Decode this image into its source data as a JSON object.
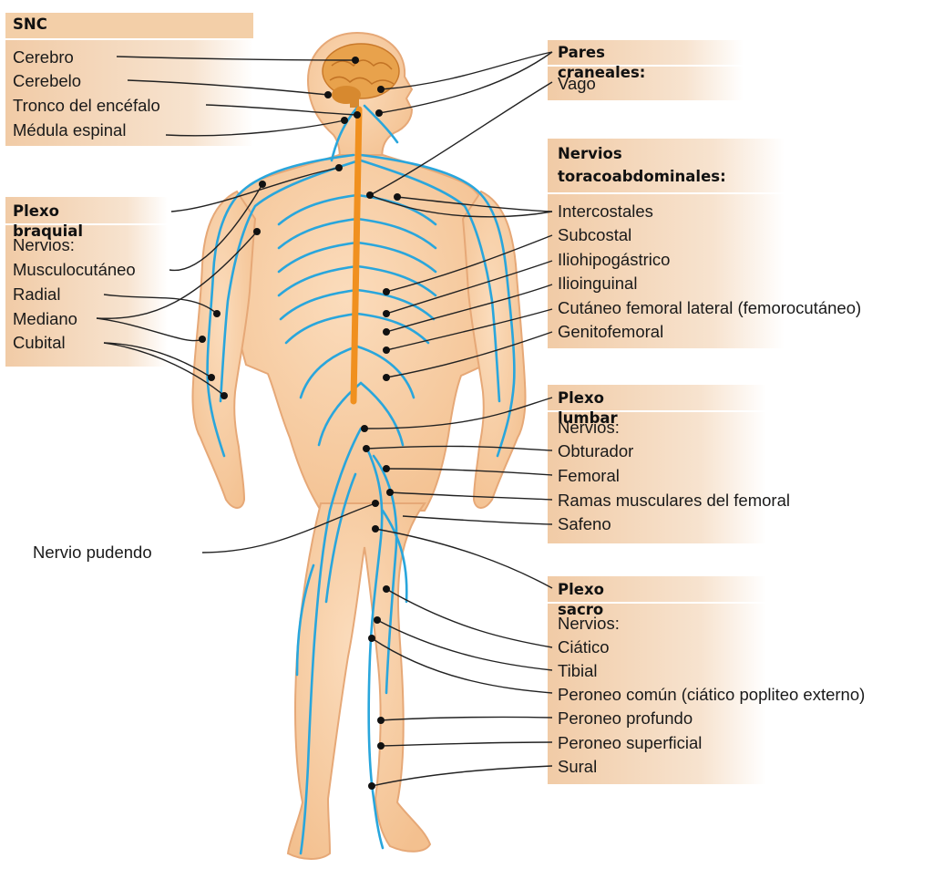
{
  "colors": {
    "panel": "#f3d8bd",
    "skin": "#f7cfa9",
    "skin_edge": "#e9ad7a",
    "nerve": "#29a6dc",
    "spine": "#f0901f",
    "brain": "#e6a04a",
    "leader": "#222222",
    "dot": "#111111"
  },
  "snc": {
    "title": "SNC",
    "items": [
      "Cerebro",
      "Cerebelo",
      "Tronco del encéfalo",
      "Médula espinal"
    ]
  },
  "braquial": {
    "title": "Plexo braquial",
    "intro": "Nervios:",
    "items": [
      "Musculocutáneo",
      "Radial",
      "Mediano",
      "Cubital"
    ]
  },
  "pudendo": "Nervio pudendo",
  "craneales": {
    "title": "Pares craneales:",
    "items": [
      "Vago"
    ]
  },
  "toraco": {
    "title_line1": "Nervios",
    "title_line2": "toracoabdominales:",
    "items": [
      "Intercostales",
      "Subcostal",
      "Iliohipogástrico",
      "Ilioinguinal",
      "Cutáneo femoral lateral (femorocutáneo)",
      "Genitofemoral"
    ]
  },
  "lumbar": {
    "title": "Plexo lumbar",
    "intro": "Nervios:",
    "items": [
      "Obturador",
      "Femoral",
      "Ramas musculares del femoral",
      "Safeno"
    ]
  },
  "sacro": {
    "title": "Plexo sacro",
    "intro": "Nervios:",
    "items": [
      "Ciático",
      "Tibial",
      "Peroneo común (ciático popliteo externo)",
      "Peroneo profundo",
      "Peroneo superficial",
      "Sural"
    ]
  }
}
